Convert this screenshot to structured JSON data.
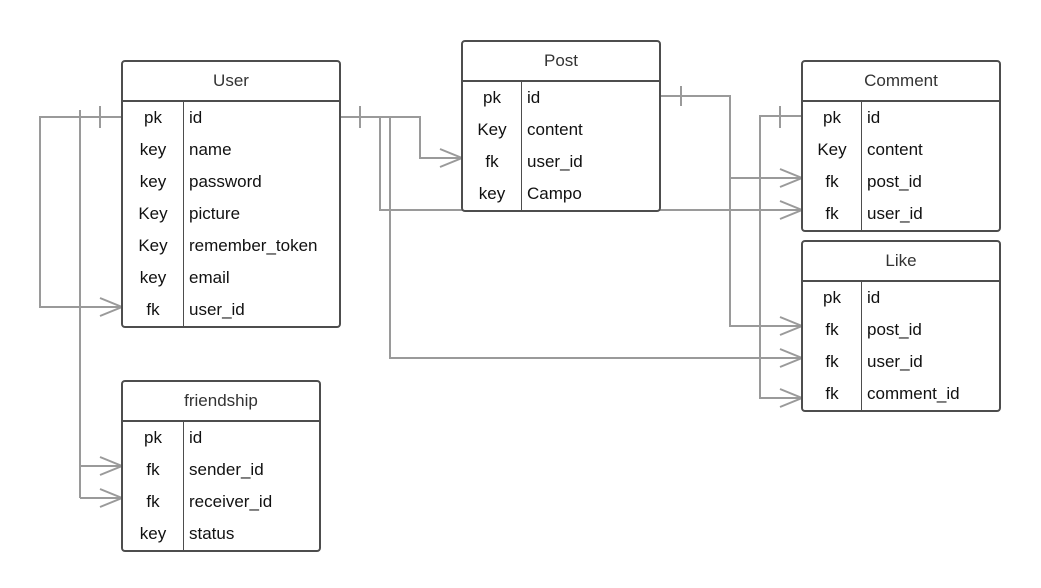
{
  "colors": {
    "border": "#4d4d4d",
    "connector": "#9a9a9a"
  },
  "tables": {
    "user": {
      "title": "User",
      "rows": [
        {
          "key": "pk",
          "name": "id"
        },
        {
          "key": "key",
          "name": "name"
        },
        {
          "key": "key",
          "name": "password"
        },
        {
          "key": "Key",
          "name": "picture"
        },
        {
          "key": "Key",
          "name": "remember_token"
        },
        {
          "key": "key",
          "name": "email"
        },
        {
          "key": "fk",
          "name": "user_id"
        }
      ]
    },
    "post": {
      "title": "Post",
      "rows": [
        {
          "key": "pk",
          "name": "id"
        },
        {
          "key": "Key",
          "name": "content"
        },
        {
          "key": "fk",
          "name": "user_id"
        },
        {
          "key": "key",
          "name": "Campo"
        }
      ]
    },
    "comment": {
      "title": "Comment",
      "rows": [
        {
          "key": "pk",
          "name": "id"
        },
        {
          "key": "Key",
          "name": "content"
        },
        {
          "key": "fk",
          "name": "post_id"
        },
        {
          "key": "fk",
          "name": "user_id"
        }
      ]
    },
    "like": {
      "title": "Like",
      "rows": [
        {
          "key": "pk",
          "name": "id"
        },
        {
          "key": "fk",
          "name": "post_id"
        },
        {
          "key": "fk",
          "name": "user_id"
        },
        {
          "key": "fk",
          "name": "comment_id"
        }
      ]
    },
    "friendship": {
      "title": "friendship",
      "rows": [
        {
          "key": "pk",
          "name": "id"
        },
        {
          "key": "fk",
          "name": "sender_id"
        },
        {
          "key": "fk",
          "name": "receiver_id"
        },
        {
          "key": "key",
          "name": "status"
        }
      ]
    }
  }
}
